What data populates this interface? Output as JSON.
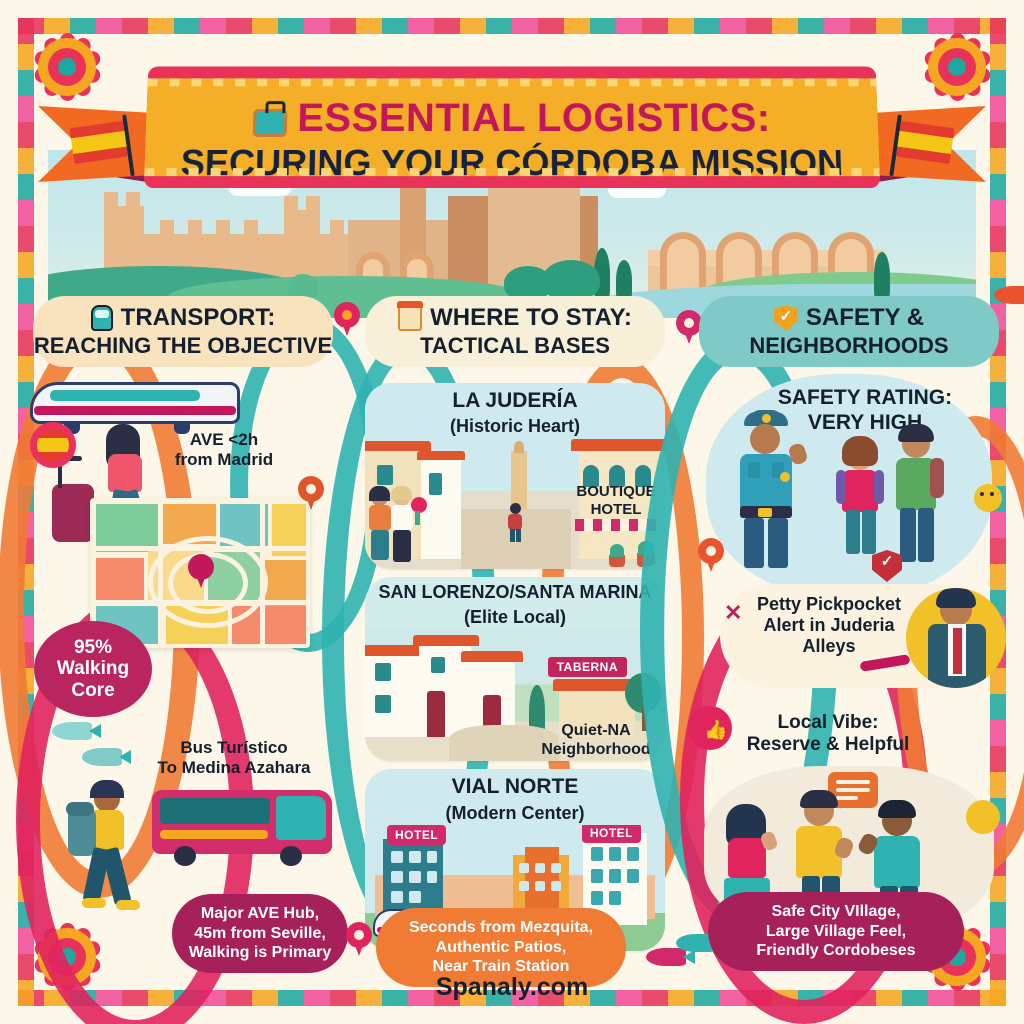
{
  "poster": {
    "background_color": "#FCF7E8",
    "footer_text": "Spanaly.com"
  },
  "banner": {
    "title_line1": "ESSENTIAL LOGISTICS:",
    "title_line2": "SECURING YOUR CÓRDOBA MISSION",
    "icon": "suitcase-icon",
    "title_line1_color": "#C2185B",
    "title_line2_color": "#15233E",
    "banner_color": "#F5AE28",
    "flag_left": "spain-flag-icon",
    "flag_right": "spain-flag-icon"
  },
  "skyline": {
    "alt": "Córdoba skyline with city walls, Mezquita cathedral and Roman bridge arches"
  },
  "columns": [
    {
      "id": "transport",
      "icon": "train-icon",
      "header_line1": "TRANSPORT:",
      "header_line2": "REACHING THE OBJECTIVE",
      "header_bg": "#F8E3BE",
      "notes": [
        {
          "name": "ave-note",
          "line1": "AVE <2h",
          "line2": "from Madrid"
        },
        {
          "name": "bus-note",
          "line1": "Bus Turístico",
          "line2": "To Medina Azahara"
        }
      ],
      "badge": {
        "line1": "95%",
        "line2": "Walking",
        "line3": "Core",
        "color": "#B8255F"
      },
      "pill": {
        "line1": "Major AVE Hub,",
        "line2": "45m from Seville,",
        "line3": "Walking is Primary",
        "color": "#A6215A"
      },
      "illustrations": [
        "ave-train",
        "traveler-with-suitcase",
        "city-map",
        "tour-bus",
        "backpacker"
      ]
    },
    {
      "id": "where-to-stay",
      "icon": "building-icon",
      "header_line1": "WHERE TO STAY:",
      "header_line2": "TACTICAL BASES",
      "header_bg": "#F7EFD8",
      "areas": [
        {
          "name": "LA JUDERÍA",
          "subtitle": "(Historic Heart)",
          "tag": "BOUTIQUE HOTEL",
          "illustration": "judería-alley-street"
        },
        {
          "name": "SAN LORENZO/SANTA MARINA",
          "subtitle": "(Elite Local)",
          "tag": "TABERNA",
          "note_line1": "Quiet-NA",
          "note_line2": "Neighborhood",
          "illustration": "whitewashed-houses"
        },
        {
          "name": "VIAL NORTE",
          "subtitle": "(Modern Center)",
          "tag": "HOTEL",
          "illustration": "modern-hotels-with-train"
        }
      ],
      "pill": {
        "line1": "Seconds from Mezquita,",
        "line2": "Authentic Patios,",
        "line3": "Near Train Station",
        "color": "#F07B35"
      }
    },
    {
      "id": "safety",
      "icon": "shield-check-icon",
      "header_line1": "SAFETY &",
      "header_line2": "NEIGHBORHOODS",
      "header_bg": "#7FC9C6",
      "notes": [
        {
          "name": "safety-rating-note",
          "line1": "SAFETY RATING:",
          "line2": "VERY HIGH"
        },
        {
          "name": "pickpocket-note",
          "line1": "Petty Pickpocket",
          "line2": "Alert in Juderia",
          "line3": "Alleys"
        },
        {
          "name": "local-vibe-note",
          "line1": "Local Vibe:",
          "line2": "Reserve & Helpful"
        }
      ],
      "pill": {
        "line1": "Safe City VIllage,",
        "line2": "Large Village Feel,",
        "line3": "Friendly Cordobeses",
        "color": "#A6215A"
      },
      "illustrations": [
        "police-officer-with-tourists",
        "businessman-alert",
        "friendly-locals-group"
      ]
    }
  ]
}
